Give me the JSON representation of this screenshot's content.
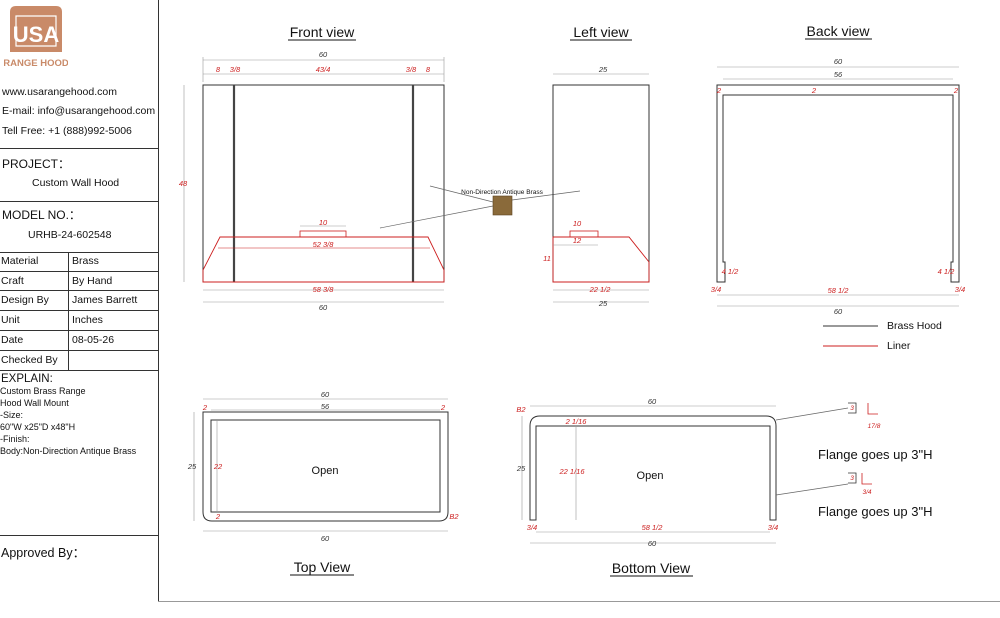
{
  "company": {
    "logo_text": "USA",
    "logo_sub": "RANGE HOOD",
    "website": "www.usarangehood.com",
    "email": "E-mail: info@usarangehood.com",
    "phone": "Tell Free: +1 (888)992-5006"
  },
  "project": {
    "label": "PROJECT：",
    "value": "Custom Wall Hood"
  },
  "model": {
    "label": "MODEL NO.：",
    "value": "URHB-24-602548"
  },
  "specs": [
    {
      "label": "Material",
      "value": "Brass"
    },
    {
      "label": "Craft",
      "value": "By Hand"
    },
    {
      "label": "Design By",
      "value": "James Barrett"
    },
    {
      "label": "Unit",
      "value": "Inches"
    },
    {
      "label": "Date",
      "value": "08-05-26"
    },
    {
      "label": "Checked By",
      "value": ""
    }
  ],
  "explain": {
    "label": "EXPLAIN:",
    "lines": [
      "Custom Brass Range",
      "Hood Wall Mount",
      "-Size:",
      "60\"W x25\"D x48\"H",
      "-Finish:",
      "Body:Non-Direction Antique Brass"
    ]
  },
  "approved": "Approved By：",
  "views": {
    "front": "Front view",
    "left": "Left view",
    "back": "Back view",
    "top": "Top View",
    "bottom": "Bottom View"
  },
  "legend": {
    "brass": "Brass Hood",
    "liner": "Liner"
  },
  "swatch_label": "Non-Direction Antique Brass",
  "open_label": "Open",
  "flange_note": "Flange goes up 3\"H",
  "colors": {
    "line": "#333333",
    "dim": "#cc1f1f",
    "swatch": "#8a6a3a",
    "logo": "#c98a68"
  },
  "dims": {
    "front": {
      "overall_top": "60",
      "left_gap": "8",
      "frac_left": "3/8",
      "middle": "43/4",
      "frac_right": "3/8",
      "right_gap": "8",
      "height": "48",
      "inner": "10",
      "liner_top": "52 3/8",
      "liner_bottom": "58 3/8",
      "overall_bottom": "60"
    },
    "left": {
      "top": "25",
      "inner_top": "10",
      "inner": "12",
      "height": "11",
      "bottom": "22 1/2",
      "overall_bottom": "25"
    },
    "back": {
      "overall_top": "60",
      "inner_top": "56",
      "wall_left": "2",
      "wall_mid": "2",
      "wall_right": "2",
      "notch_left": "4 1/2",
      "notch_right": "4 1/2",
      "edge_left": "3/4",
      "edge_right": "3/4",
      "inner_bottom": "58 1/2",
      "overall_bottom": "60"
    },
    "top": {
      "overall_top": "60",
      "inner_top": "56",
      "wall_left": "2",
      "wall_right": "2",
      "depth": "25",
      "inner_depth": "22",
      "corner": "2",
      "edge": "B2",
      "overall_bottom": "60"
    },
    "bottom": {
      "overall_top": "60",
      "edge": "B2",
      "wall": "2 1/16",
      "depth": "25",
      "inner_depth": "22 1/16",
      "edge_left": "3/4",
      "edge_right": "3/4",
      "inner_bottom": "58 1/2",
      "overall_bottom": "60",
      "flange_a": "3",
      "flange_b": "17/8",
      "flange_c": "3",
      "flange_d": "3/4"
    }
  }
}
